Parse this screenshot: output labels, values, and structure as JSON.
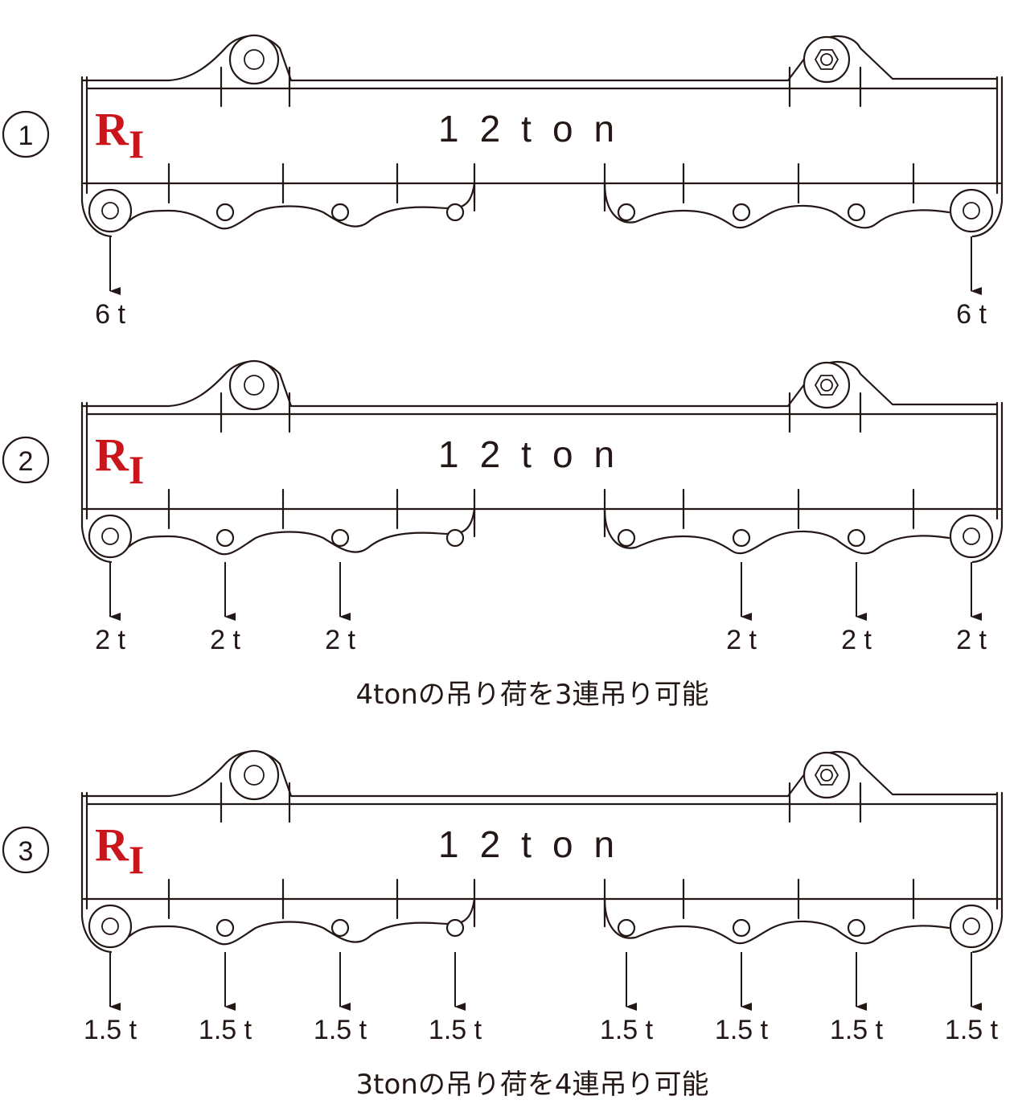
{
  "rows": [
    {
      "number": "1",
      "logo": "RI",
      "capacity": "12ton",
      "loads": [
        {
          "label": "6 t",
          "point": 0
        },
        {
          "label": "6 t",
          "point": 9
        }
      ],
      "note": ""
    },
    {
      "number": "2",
      "logo": "RI",
      "capacity": "12ton",
      "loads": [
        {
          "label": "2 t",
          "point": 0
        },
        {
          "label": "2 t",
          "point": 1
        },
        {
          "label": "2 t",
          "point": 2
        },
        {
          "label": "2 t",
          "point": 7
        },
        {
          "label": "2 t",
          "point": 8
        },
        {
          "label": "2 t",
          "point": 9
        }
      ],
      "note": "4tonの吊り荷を3連吊り可能"
    },
    {
      "number": "3",
      "logo": "RI",
      "capacity": "12ton",
      "loads": [
        {
          "label": "1.5 t",
          "point": 0
        },
        {
          "label": "1.5 t",
          "point": 1
        },
        {
          "label": "1.5 t",
          "point": 2
        },
        {
          "label": "1.5 t",
          "point": 3
        },
        {
          "label": "1.5 t",
          "point": 6
        },
        {
          "label": "1.5 t",
          "point": 7
        },
        {
          "label": "1.5 t",
          "point": 8
        },
        {
          "label": "1.5 t",
          "point": 9
        }
      ],
      "note": "3tonの吊り荷を4連吊り可能"
    }
  ],
  "colors": {
    "line": "#231815",
    "logo": "#c9161d"
  }
}
